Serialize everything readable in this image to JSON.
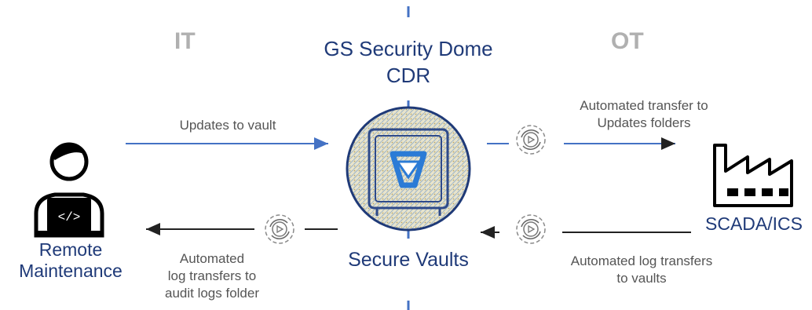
{
  "zones": {
    "it": "IT",
    "ot": "OT"
  },
  "dome": {
    "line1": "GS Security Dome",
    "line2": "CDR"
  },
  "vault": {
    "label": "Secure Vaults"
  },
  "remote": {
    "line1": "Remote",
    "line2": "Maintenance"
  },
  "scada": {
    "label": "SCADA/ICS"
  },
  "edges": {
    "updates_to_vault": "Updates to vault",
    "auto_transfer_1": "Automated transfer to",
    "auto_transfer_2": "Updates folders",
    "log_to_vault_1": "Automated log transfers",
    "log_to_vault_2": "to vaults",
    "log_to_audit_1": "Automated",
    "log_to_audit_2": "log transfers to",
    "log_to_audit_3": "audit logs folder"
  },
  "colors": {
    "blue": "#4472c4",
    "navy": "#1f3a78",
    "grey": "#b0b0b0",
    "text": "#555555"
  },
  "icons": [
    "developer-icon",
    "vault-icon",
    "gear-cycle-icon",
    "factory-icon"
  ]
}
